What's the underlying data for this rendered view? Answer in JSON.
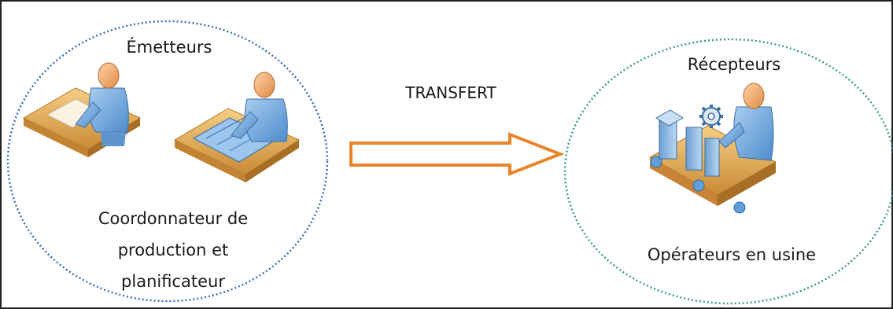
{
  "senders": {
    "title": "Émetteurs",
    "description": "Coordonnateur de production et planificateur",
    "description_lines": [
      "Coordonnateur de",
      "production et",
      "planificateur"
    ]
  },
  "transfer": {
    "label": "TRANSFERT"
  },
  "receivers": {
    "title": "Récepteurs",
    "description": "Opérateurs en usine"
  },
  "colors": {
    "sender_circle": "#3f6fb8",
    "receiver_circle": "#3f9a8a",
    "arrow_stroke": "#e8852a",
    "figure_body": "#6fa8dc",
    "figure_head": "#f2a66b",
    "desk": "#e0a64f",
    "conveyor": "#d98c3a"
  },
  "icons": {
    "sender_1": "person-at-desk-icon",
    "sender_2": "person-at-drafting-table-icon",
    "receiver": "operator-at-conveyor-icon",
    "gear": "gear-icon"
  }
}
